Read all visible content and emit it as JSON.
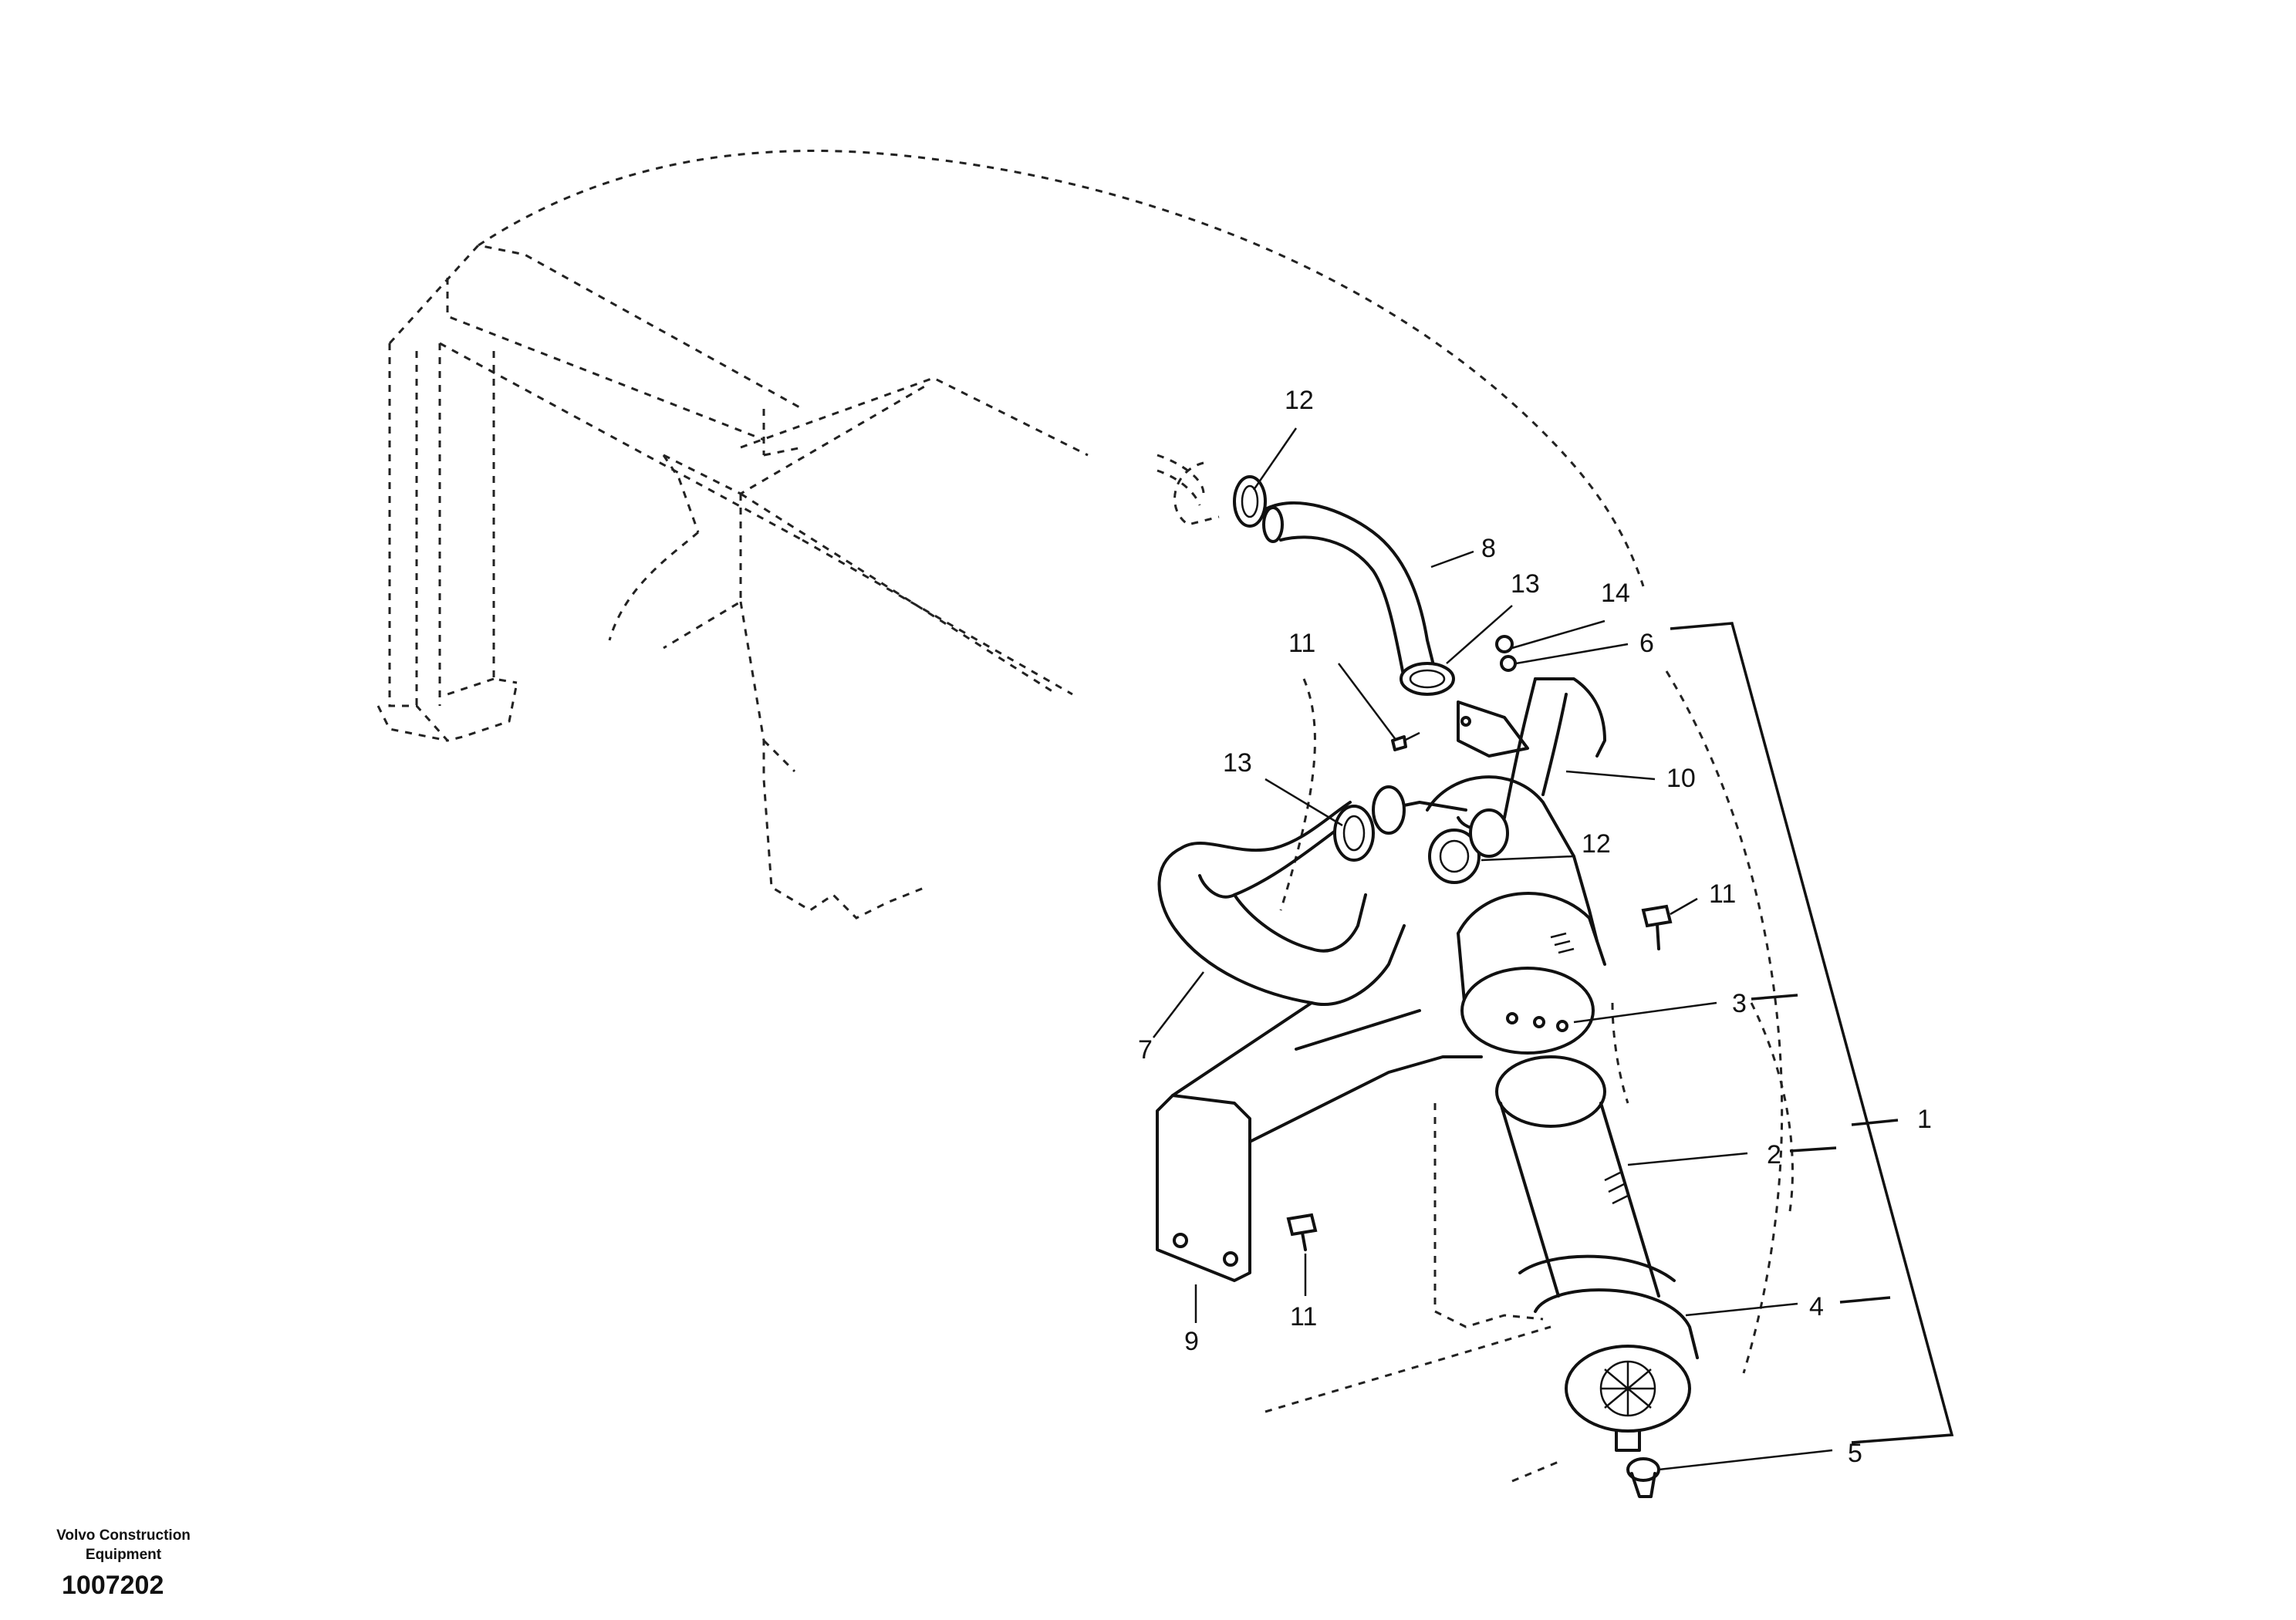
{
  "callouts": {
    "c1": "1",
    "c2": "2",
    "c3": "3",
    "c4": "4",
    "c5": "5",
    "c6": "6",
    "c7": "7",
    "c8": "8",
    "c9": "9",
    "c10": "10",
    "c11a": "11",
    "c11b": "11",
    "c11c": "11",
    "c12a": "12",
    "c12b": "12",
    "c13a": "13",
    "c13b": "13",
    "c14": "14"
  },
  "footer": {
    "brand_line1": "Volvo Construction",
    "brand_line2": "Equipment",
    "reference_number": "1007202"
  }
}
